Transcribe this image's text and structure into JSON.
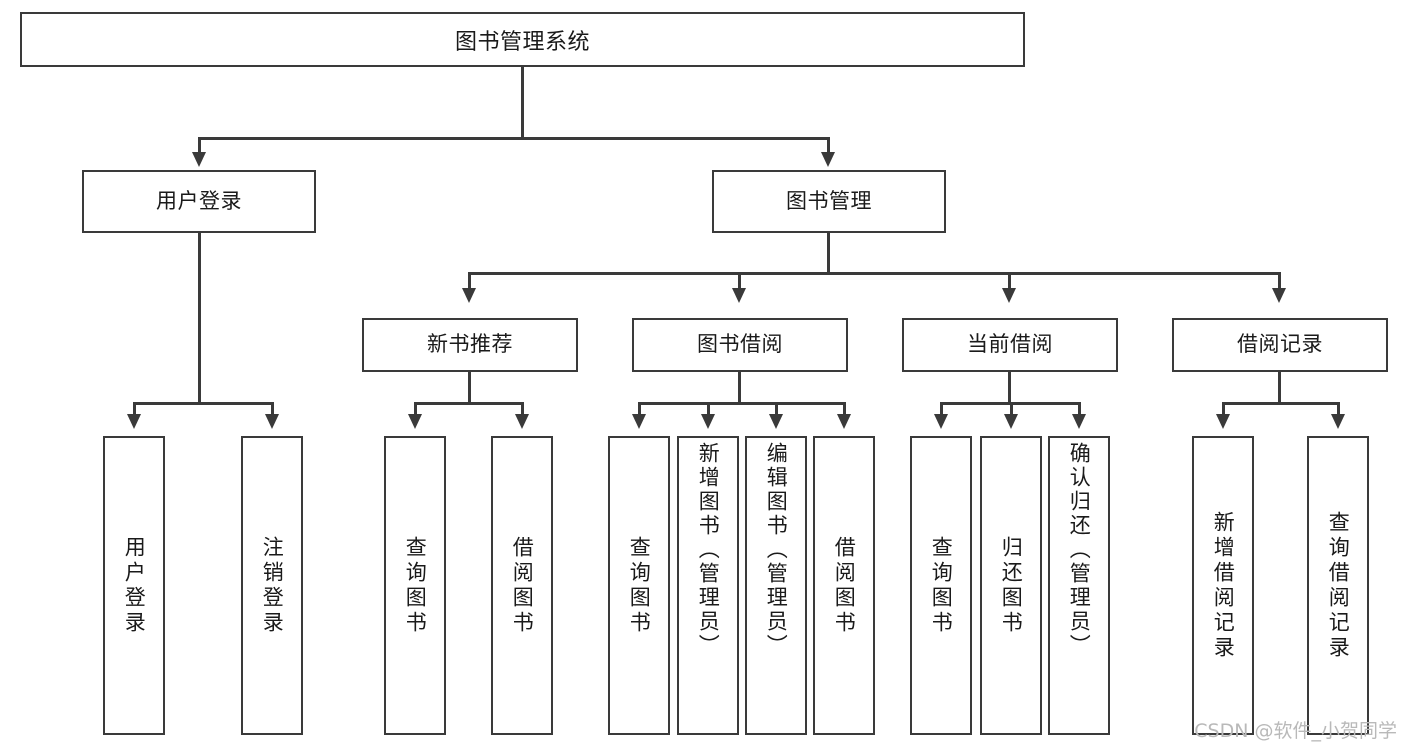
{
  "diagram": {
    "type": "tree",
    "title": "图书管理系统",
    "watermark": "CSDN @软件_小贺同学",
    "colors": {
      "box_border": "#3a3a3a",
      "box_fill": "#ffffff",
      "connector": "#3a3a3a",
      "text": "#1a1a1a",
      "watermark": "#b9b9b9"
    },
    "nodes": {
      "root": {
        "label": "图书管理系统"
      },
      "level2": [
        {
          "label": "用户登录"
        },
        {
          "label": "图书管理"
        }
      ],
      "level3": [
        {
          "label": "新书推荐"
        },
        {
          "label": "图书借阅"
        },
        {
          "label": "当前借阅"
        },
        {
          "label": "借阅记录"
        }
      ],
      "leaves": [
        {
          "label": "用户登录",
          "parent": "用户登录"
        },
        {
          "label": "注销登录",
          "parent": "用户登录"
        },
        {
          "label": "查询图书",
          "parent": "新书推荐"
        },
        {
          "label": "借阅图书",
          "parent": "新书推荐"
        },
        {
          "label": "查询图书",
          "parent": "图书借阅"
        },
        {
          "label": "新增图书（管理员）",
          "parent": "图书借阅"
        },
        {
          "label": "编辑图书（管理员）",
          "parent": "图书借阅"
        },
        {
          "label": "借阅图书",
          "parent": "图书借阅"
        },
        {
          "label": "查询图书",
          "parent": "当前借阅"
        },
        {
          "label": "归还图书",
          "parent": "当前借阅"
        },
        {
          "label": "确认归还（管理员）",
          "parent": "当前借阅"
        },
        {
          "label": "新增借阅记录",
          "parent": "借阅记录"
        },
        {
          "label": "查询借阅记录",
          "parent": "借阅记录"
        }
      ]
    }
  }
}
